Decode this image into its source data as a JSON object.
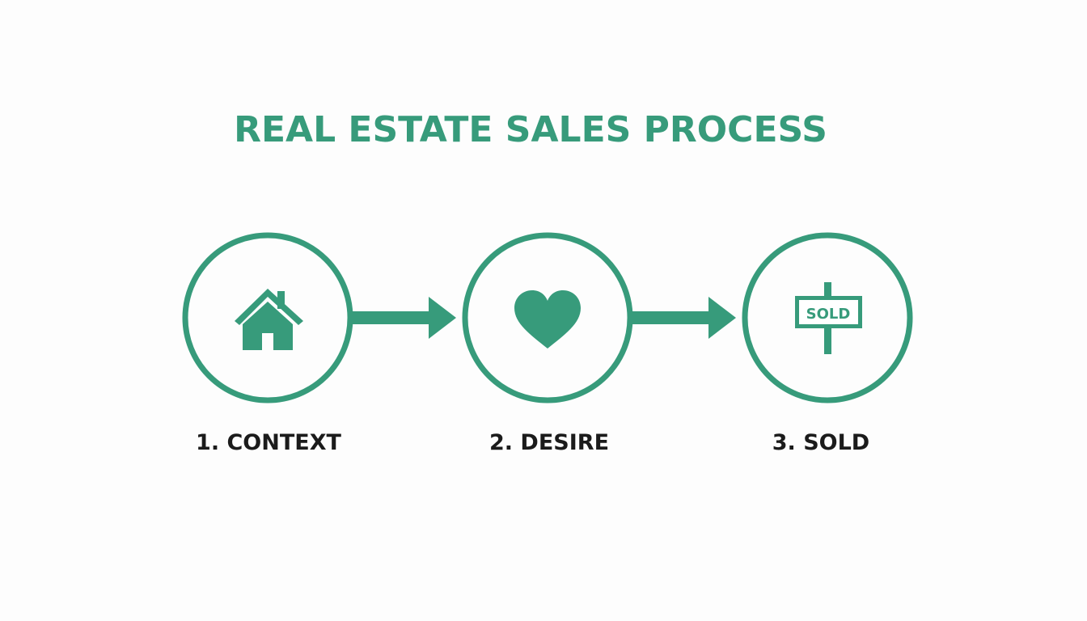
{
  "title": "REAL ESTATE SALES PROCESS",
  "accent_color": "#379b7b",
  "steps": [
    {
      "label": "1. CONTEXT",
      "icon": "house-icon"
    },
    {
      "label": "2. DESIRE",
      "icon": "heart-icon"
    },
    {
      "label": "3. SOLD",
      "icon": "sold-sign-icon",
      "sign_text": "SOLD"
    }
  ]
}
